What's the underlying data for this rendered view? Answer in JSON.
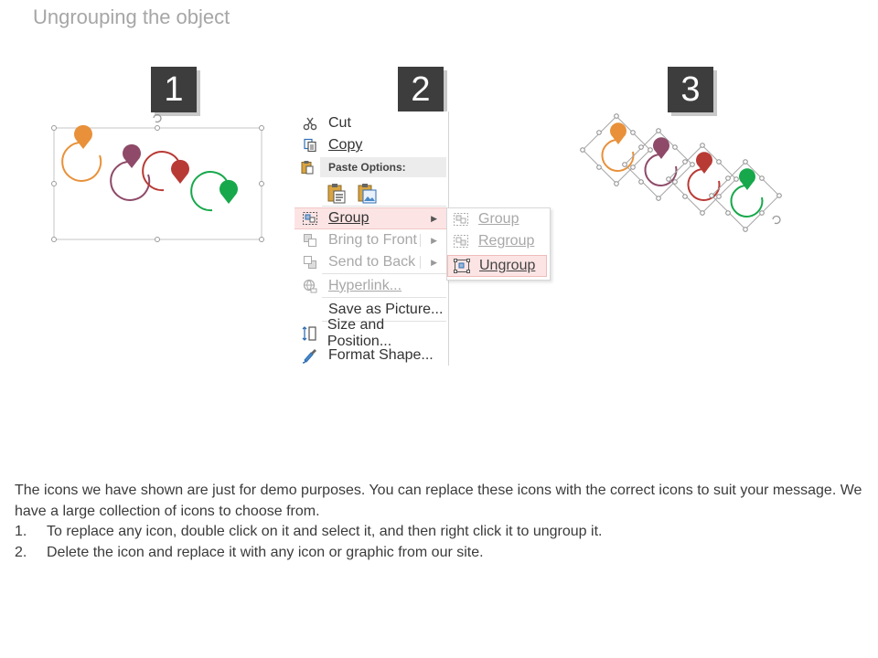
{
  "title": "Ungrouping the object",
  "steps": [
    "1",
    "2",
    "3"
  ],
  "colors": {
    "orange": "#e8913a",
    "plum": "#8e4a68",
    "red": "#b83a35",
    "green": "#17a84b",
    "highlight": "#fce4e4"
  },
  "menu": {
    "cut": "Cut",
    "copy": "Copy",
    "paste_options": "Paste Options:",
    "group": "Group",
    "bring_to_front": "Bring to Front",
    "send_to_back": "Send to Back",
    "hyperlink": "Hyperlink...",
    "save_as_picture": "Save as Picture...",
    "size_and_position": "Size and Position...",
    "format_shape": "Format Shape..."
  },
  "submenu": {
    "group": "Group",
    "regroup": "Regroup",
    "ungroup": "Ungroup"
  },
  "description": {
    "intro": "The icons we have shown are just for demo purposes. You can replace these icons with the correct icons to suit your message. We have a large collection of icons to choose from.",
    "items": [
      {
        "num": "1.",
        "text": "To replace any icon, double click on it and select it, and then right click it to ungroup it."
      },
      {
        "num": "2.",
        "text": "Delete the icon and replace it with any icon or graphic from our site."
      }
    ]
  }
}
